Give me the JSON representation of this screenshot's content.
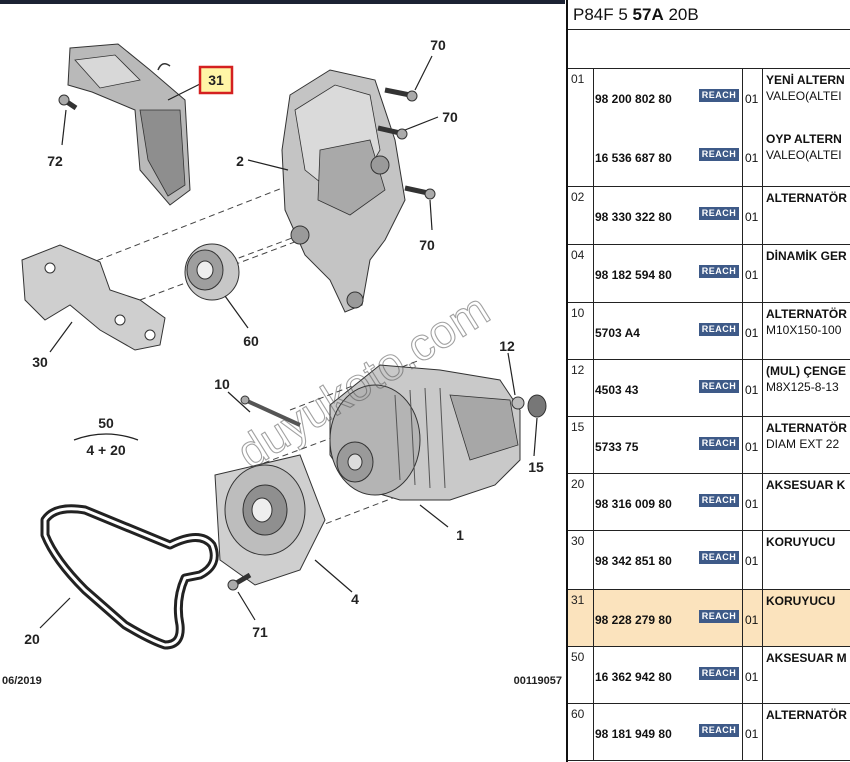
{
  "diagram": {
    "callouts": {
      "c31": "31",
      "c70a": "70",
      "c70b": "70",
      "c70c": "70",
      "c72": "72",
      "c2": "2",
      "c60": "60",
      "c30": "30",
      "c10": "10",
      "c12": "12",
      "c15": "15",
      "c50": "50",
      "c4_20": "4 + 20",
      "c1": "1",
      "c4": "4",
      "c71": "71",
      "c20": "20"
    },
    "footer_date": "06/2019",
    "footer_code": "00119057",
    "watermark": "duyukoto.com"
  },
  "table": {
    "header": {
      "pre": "P84F 5 ",
      "bold": "57A",
      "post": " 20B"
    },
    "reach_label": "REACH",
    "rows": [
      {
        "ref": "01",
        "items": [
          {
            "part": "98 200 802 80",
            "qty": "01",
            "name": "YENİ ALTERN",
            "sub": "VALEO(ALTEI"
          },
          {
            "part": "16 536 687 80",
            "qty": "01",
            "name": "OYP ALTERN",
            "sub": "VALEO(ALTEI"
          }
        ]
      },
      {
        "ref": "02",
        "items": [
          {
            "part": "98 330 322 80",
            "qty": "01",
            "name": "ALTERNATÖR",
            "sub": ""
          }
        ]
      },
      {
        "ref": "04",
        "items": [
          {
            "part": "98 182 594 80",
            "qty": "01",
            "name": "DİNAMİK GER",
            "sub": ""
          }
        ]
      },
      {
        "ref": "10",
        "items": [
          {
            "part": "5703 A4",
            "qty": "01",
            "name": "ALTERNATÖR",
            "sub": "M10X150-100"
          }
        ]
      },
      {
        "ref": "12",
        "items": [
          {
            "part": "4503 43",
            "qty": "01",
            "name": "(MUL) ÇENGE",
            "sub": "M8X125-8-13"
          }
        ]
      },
      {
        "ref": "15",
        "items": [
          {
            "part": "5733 75",
            "qty": "01",
            "name": "ALTERNATÖR",
            "sub": "DIAM EXT 22"
          }
        ]
      },
      {
        "ref": "20",
        "items": [
          {
            "part": "98 316 009 80",
            "qty": "01",
            "name": "AKSESUAR K",
            "sub": ""
          }
        ]
      },
      {
        "ref": "30",
        "items": [
          {
            "part": "98 342 851 80",
            "qty": "01",
            "name": "KORUYUCU",
            "sub": ""
          }
        ]
      },
      {
        "ref": "31",
        "items": [
          {
            "part": "98 228 279 80",
            "qty": "01",
            "name": "KORUYUCU",
            "sub": ""
          }
        ]
      },
      {
        "ref": "50",
        "items": [
          {
            "part": "16 362 942 80",
            "qty": "01",
            "name": "AKSESUAR M",
            "sub": ""
          }
        ]
      },
      {
        "ref": "60",
        "items": [
          {
            "part": "98 181 949 80",
            "qty": "01",
            "name": "ALTERNATÖR",
            "sub": ""
          }
        ]
      }
    ],
    "selected_ref": "31"
  },
  "colors": {
    "selected_row": "#fbe3bd",
    "reach_badge": "#3e5a88",
    "highlight_box": "#d42020"
  }
}
